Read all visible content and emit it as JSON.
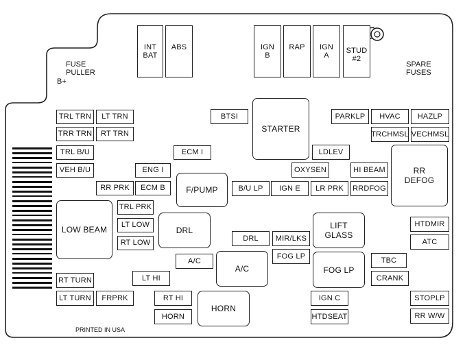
{
  "labels": {
    "fuse_puller": "FUSE\nPULLER",
    "b_plus": "B+",
    "spare_fuses": "SPARE\nFUSES",
    "printed": "PRINTED IN USA"
  },
  "top": {
    "int_bat": "INT\nBAT",
    "abs": "ABS",
    "ign_b": "IGN\nB",
    "rap": "RAP",
    "ign_a": "IGN\nA",
    "stud2": "STUD\n#2"
  },
  "fuses": {
    "trl_trn": "TRL TRN",
    "lt_trn": "LT TRN",
    "trr_trn": "TRR TRN",
    "rt_trn": "RT TRN",
    "trl_bu": "TRL B/U",
    "veh_bu": "VEH B/U",
    "btsi": "BTSI",
    "ecm_i": "ECM I",
    "eng_i": "ENG I",
    "ecm_b": "ECM B",
    "rr_prk": "RR PRK",
    "parklp": "PARKLP",
    "hvac": "HVAC",
    "hazlp": "HAZLP",
    "trchmsl": "TRCHMSL",
    "vechmsl": "VECHMSL",
    "ldlev": "LDLEV",
    "oxysen": "OXYSEN",
    "hi_beam": "HI BEAM",
    "bu_lp": "B/U LP",
    "ign_e": "IGN E",
    "lr_prk": "LR PRK",
    "rrdfog": "RRDFOG",
    "trl_prk": "TRL PRK",
    "lt_low": "LT LOW",
    "rt_low": "RT LOW",
    "drl_small": "DRL",
    "mir_lks": "MIR/LKS",
    "fog_lp_small": "FOG LP",
    "ac_small": "A/C",
    "htdmir": "HTDMIR",
    "atc": "ATC",
    "tbc": "TBC",
    "crank": "CRANK",
    "lt_hi": "LT HI",
    "rt_turn": "RT TURN",
    "lt_turn": "LT TURN",
    "frprk": "FRPRK",
    "rt_hi": "RT HI",
    "horn_small": "HORN",
    "ign_c": "IGN C",
    "htdseat": "HTDSEAT",
    "stoplp": "STOPLP",
    "rr_ww": "RR W/W"
  },
  "relays": {
    "starter": "STARTER",
    "rr_defog": "RR\nDEFOG",
    "fpump": "F/PUMP",
    "low_beam": "LOW BEAM",
    "drl": "DRL",
    "lift_glass": "LIFT\nGLASS",
    "ac": "A/C",
    "fog_lp": "FOG LP",
    "horn": "HORN"
  }
}
